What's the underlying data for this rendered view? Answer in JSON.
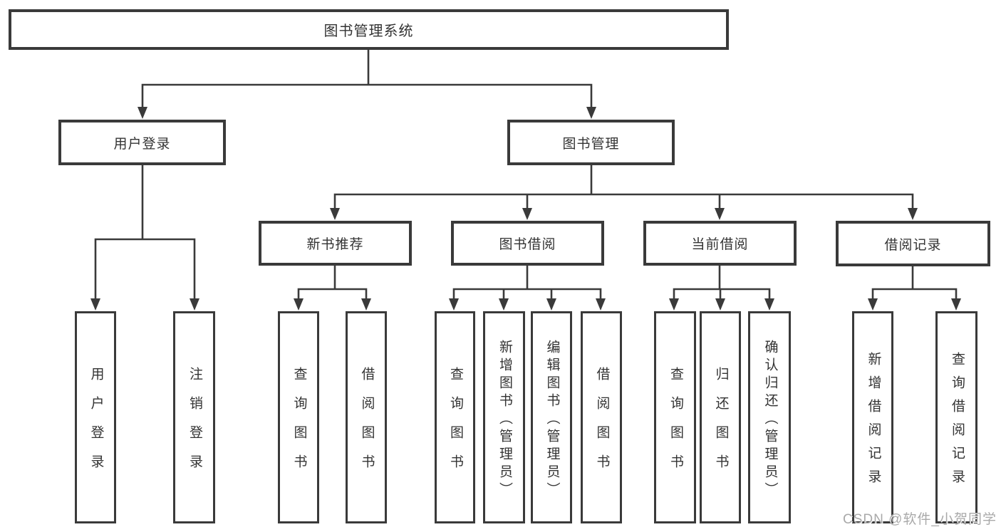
{
  "tree": {
    "label": "图书管理系统",
    "children": [
      {
        "label": "用户登录",
        "children": [
          {
            "label": "用户登录"
          },
          {
            "label": "注销登录"
          }
        ]
      },
      {
        "label": "图书管理",
        "children": [
          {
            "label": "新书推荐",
            "children": [
              {
                "label": "查询图书"
              },
              {
                "label": "借阅图书"
              }
            ]
          },
          {
            "label": "图书借阅",
            "children": [
              {
                "label": "查询图书"
              },
              {
                "label": "新增图书（管理员）"
              },
              {
                "label": "编辑图书（管理员）"
              },
              {
                "label": "借阅图书"
              }
            ]
          },
          {
            "label": "当前借阅",
            "children": [
              {
                "label": "查询图书"
              },
              {
                "label": "归还图书"
              },
              {
                "label": "确认归还（管理员）"
              }
            ]
          },
          {
            "label": "借阅记录",
            "children": [
              {
                "label": "新增借阅记录"
              },
              {
                "label": "查询借阅记录"
              }
            ]
          }
        ]
      }
    ]
  },
  "colors": {
    "line": "#3a3a3a",
    "text": "#333333",
    "watermark": "#a9a9a9"
  },
  "watermark": "CSDN @软件_小贺同学"
}
